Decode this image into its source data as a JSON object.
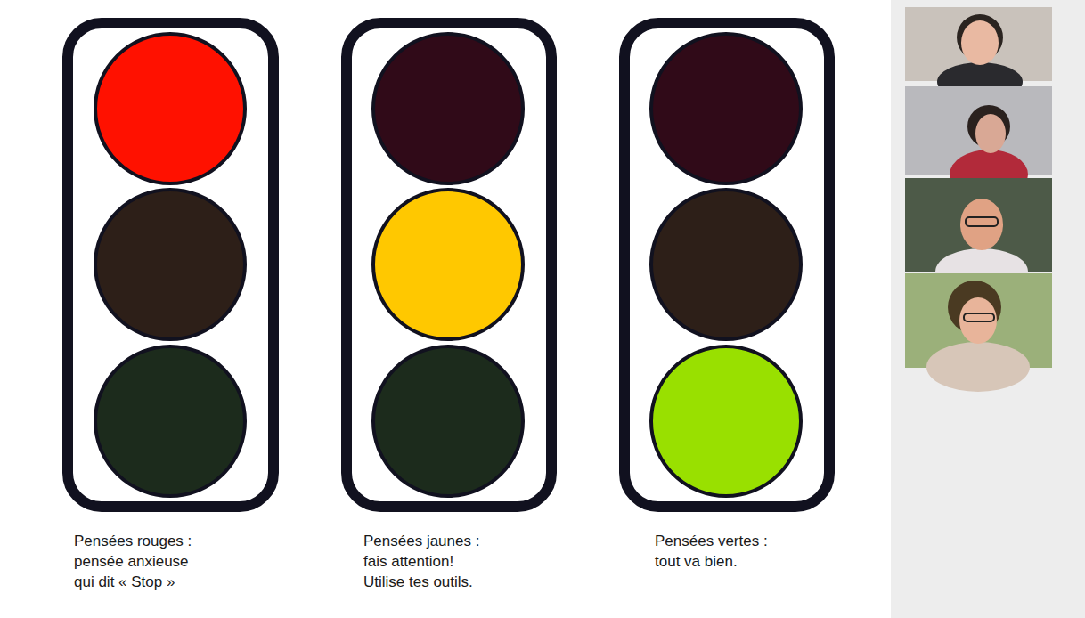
{
  "diagram": {
    "labels": [
      "Pensées rouges :",
      "pensée anxieuse qui dit « Stop »",
      "Pensées jaunes :",
      "fais attention! Utilise tes outils.",
      "Pensées vertes :",
      "tout va bien."
    ]
  }
}
